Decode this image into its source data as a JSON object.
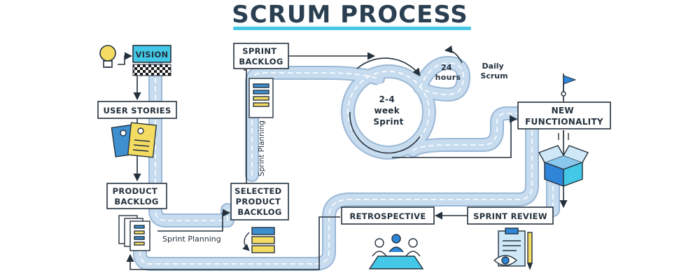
{
  "title": "SCRUM PROCESS",
  "nodes": {
    "vision": "VISION",
    "user_stories": "USER STORIES",
    "product_backlog": [
      "PRODUCT",
      "BACKLOG"
    ],
    "sprint_backlog": [
      "SPRINT",
      "BACKLOG"
    ],
    "selected_product_backlog": [
      "SELECTED",
      "PRODUCT",
      "BACKLOG"
    ],
    "new_functionality": [
      "NEW",
      "FUNCTIONALITY"
    ],
    "sprint_review": "SPRINT REVIEW",
    "retrospective": "RETROSPECTIVE"
  },
  "sprint": [
    "2-4",
    "week",
    "Sprint"
  ],
  "daily": {
    "hours": [
      "24",
      "hours"
    ],
    "scrum": [
      "Daily",
      "Scrum"
    ]
  },
  "edge_labels": {
    "sprint_planning_bottom": "Sprint Planning",
    "sprint_planning_vertical": "Sprint Planning"
  },
  "colors": {
    "road": "#c8dcef",
    "road_edge": "#9ab8d6",
    "title_underline": "#45c6e6",
    "vision_fill": "#43c8e8",
    "ink": "#24313d",
    "doc_yellow": "#f4dc63",
    "doc_blue": "#3e8fd0",
    "flag": "#2f86d8"
  }
}
